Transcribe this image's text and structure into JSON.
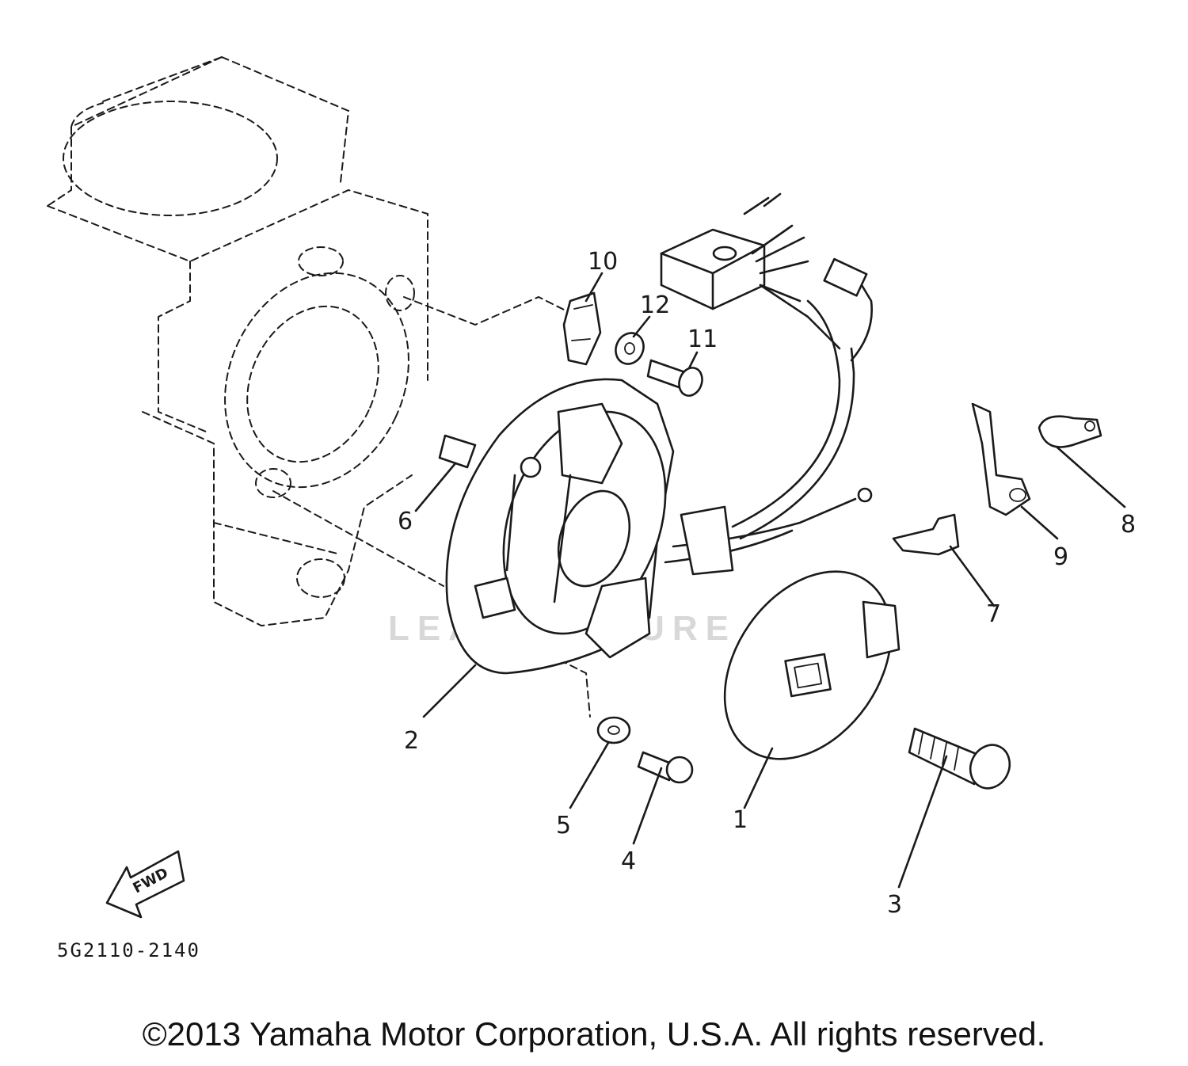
{
  "diagram": {
    "part_code": "5G2110-2140",
    "watermark": "LEADVENTURE",
    "fwd_label": "FWD",
    "callouts": [
      "1",
      "2",
      "3",
      "4",
      "5",
      "6",
      "7",
      "8",
      "9",
      "10",
      "11",
      "12"
    ]
  },
  "footer": {
    "copyright": "©2013 Yamaha Motor Corporation, U.S.A. All rights reserved."
  },
  "colors": {
    "line": "#1a1a1a",
    "watermark": "#d8d8d8",
    "background": "#ffffff"
  }
}
